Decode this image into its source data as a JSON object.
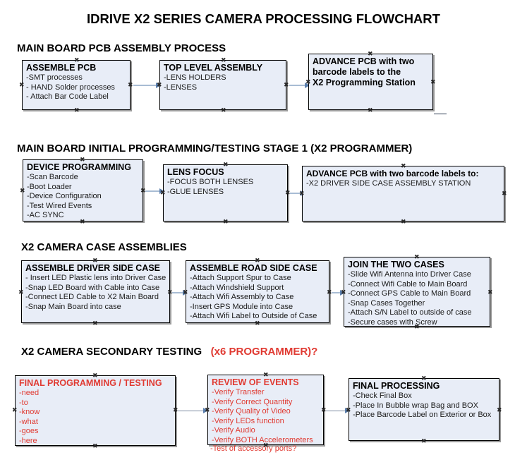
{
  "document": {
    "title": "IDRIVE X2  SERIES CAMERA PROCESSING FLOWCHART",
    "colors": {
      "box_fill": "#e8edf7",
      "box_border": "#000000",
      "accent_red": "#e03a32",
      "connector": "#a8bcd4",
      "arrow_head": "#5b7fae"
    }
  },
  "sections": [
    {
      "id": "main-board-pcb-assembly-process",
      "heading": "MAIN BOARD PCB ASSEMBLY PROCESS",
      "heading_accent": "",
      "boxes": [
        {
          "id": "assemble-pcb",
          "title": "ASSEMBLE PCB",
          "lines": [
            "-SMT processes",
            "- HAND Solder processes",
            "- Attach Bar Code Label"
          ]
        },
        {
          "id": "top-level-assembly",
          "title": "TOP LEVEL ASSEMBLY",
          "lines": [
            "-LENS HOLDERS",
            "-LENSES"
          ]
        },
        {
          "id": "advance-pcb-programming-station",
          "title": "ADVANCE PCB with two",
          "title_cont": [
            "barcode labels to the",
            " X2 Programming Station"
          ],
          "lines": []
        }
      ]
    },
    {
      "id": "main-board-initial-programming-testing-stage-1",
      "heading": "MAIN BOARD INITIAL PROGRAMMING/TESTING STAGE 1 (X2 PROGRAMMER)",
      "heading_accent": "",
      "boxes": [
        {
          "id": "device-programming",
          "title": "DEVICE PROGRAMMING",
          "lines": [
            "-Scan Barcode",
            "-Boot Loader",
            "-Device Configuration",
            "-Test Wired Events",
            "-AC SYNC"
          ]
        },
        {
          "id": "lens-focus",
          "title": "LENS FOCUS",
          "lines": [
            "-FOCUS BOTH LENSES",
            "-GLUE LENSES"
          ]
        },
        {
          "id": "advance-pcb-driver-side-case",
          "title": "ADVANCE PCB with two barcode labels to:",
          "lines": [
            "-X2 DRIVER  SIDE  CASE  ASSEMBLY STATION"
          ]
        }
      ]
    },
    {
      "id": "x2-camera-case-assemblies",
      "heading": "X2 CAMERA CASE ASSEMBLIES",
      "heading_accent": "",
      "boxes": [
        {
          "id": "assemble-driver-side-case",
          "title": "ASSEMBLE DRIVER SIDE CASE",
          "lines": [
            "- Insert LED Plastic lens into Driver Case",
            "-Snap LED Board with Cable into Case",
            "-Connect LED Cable to X2 Main Board",
            "-Snap Main Board into case"
          ]
        },
        {
          "id": "assemble-road-side-case",
          "title": "ASSEMBLE ROAD SIDE CASE",
          "lines": [
            "-Attach Support Spur to Case",
            "-Attach Windshield Support",
            "-Attach Wifi Assembly to Case",
            "-Insert GPS Module into Case",
            "-Attach Wifi Label to Outside of Case"
          ]
        },
        {
          "id": "join-the-two-cases",
          "title": "JOIN THE TWO CASES",
          "lines": [
            "-Slide Wifi Antenna into Driver Case",
            "-Connect Wifi Cable to Main Board",
            "-Connect GPS Cable to Main Board",
            "-Snap Cases Together",
            "-Attach S/N Label to outside of case",
            "-Secure cases with Screw"
          ]
        }
      ]
    },
    {
      "id": "x2-camera-secondary-testing",
      "heading": "X2 CAMERA SECONDARY TESTING",
      "heading_accent": "(x6 PROGRAMMER)?",
      "boxes": [
        {
          "id": "final-programming-testing",
          "title": "FINAL PROGRAMMING / TESTING",
          "red": true,
          "lines": [
            "-need",
            "-to",
            "-know",
            "-what",
            "-goes",
            "-here"
          ]
        },
        {
          "id": "review-of-events",
          "title": "REVIEW OF EVENTS",
          "red": true,
          "lines": [
            "-Verify Transfer",
            "-Verify Correct Quantity",
            "-Verify Quality of Video",
            "-Verify LEDs function",
            "-Verify Audio",
            "-Verify BOTH Accelerometers"
          ],
          "overflow_line": "-Test of accessory ports?"
        },
        {
          "id": "final-processing",
          "title": "FINAL PROCESSING",
          "lines": [
            "-Check Final Box",
            "-Place In Bubble wrap Bag and BOX",
            "-Place Barcode Label on Exterior or Box"
          ]
        }
      ]
    }
  ]
}
